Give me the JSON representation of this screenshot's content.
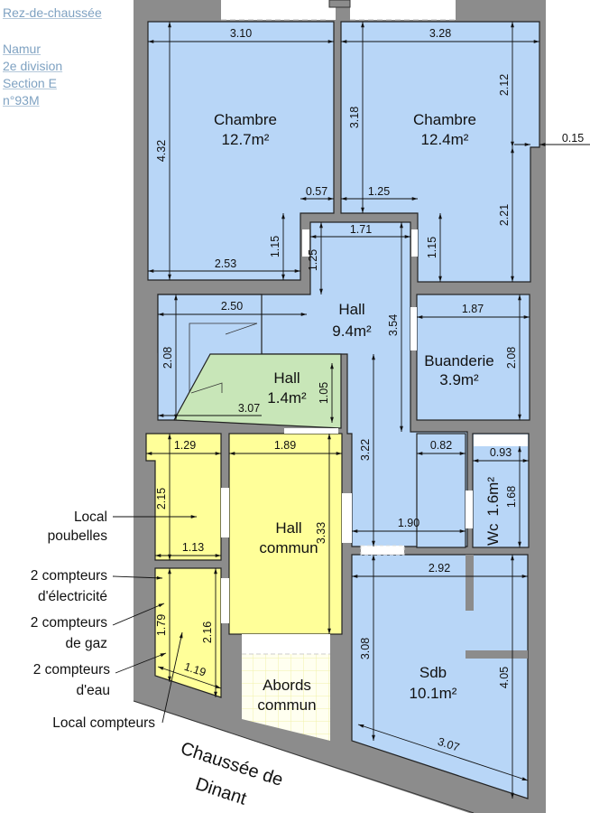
{
  "header": {
    "floor": "Rez-de-chaussée",
    "cadastre": [
      "Namur",
      "2e division",
      "Section E",
      "n°93M"
    ]
  },
  "colors": {
    "wall": "#8c8c8c",
    "private_room": "#b8d6f7",
    "common_room": "#ffff99",
    "small_hall": "#c8e6b8",
    "text_meta": "#7fa2c2"
  },
  "rooms": [
    {
      "name": "Chambre",
      "area": "12.7m²"
    },
    {
      "name": "Chambre",
      "area": "12.4m²"
    },
    {
      "name": "Hall",
      "area": "9.4m²"
    },
    {
      "name": "Buanderie",
      "area": "3.9m²"
    },
    {
      "name": "Hall",
      "area": "1.4m²"
    },
    {
      "name": "Wc",
      "area": "1.6m²"
    },
    {
      "name": "Hall",
      "area": "commun"
    },
    {
      "name": "Sdb",
      "area": "10.1m²"
    },
    {
      "name": "Abords",
      "area": "commun"
    }
  ],
  "dimensions": {
    "ch1_width": "3.10",
    "ch1_height": "4.32",
    "ch1_bottom": "2.53",
    "ch1_notch_h": "1.15",
    "ch1_notch_w": "0.57",
    "ch2_width": "3.28",
    "ch2_height": "3.18",
    "ch2_upper": "2.12",
    "ch2_lower": "2.21",
    "ch2_offset": "0.15",
    "ch2_notch_w": "1.25",
    "ch2_notch_h": "1.15",
    "hall_width": "1.71",
    "hall_entry": "1.25",
    "hall_height": "3.54",
    "hall_left": "2.50",
    "hall_left_h": "2.08",
    "small_hall_w": "3.07",
    "small_hall_h": "1.05",
    "buanderie_w": "1.87",
    "buanderie_h": "2.08",
    "corridor_h": "3.22",
    "corridor_w": "0.82",
    "corridor_bottom": "1.90",
    "wc_w": "0.93",
    "wc_h": "1.68",
    "poubelles_w": "1.29",
    "poubelles_h": "2.15",
    "poubelles_bottom": "1.13",
    "hall_commun_w": "1.89",
    "hall_commun_h": "3.33",
    "compteurs_h1": "1.79",
    "compteurs_h2": "2.16",
    "compteurs_bottom": "1.19",
    "sdb_w": "2.92",
    "sdb_left": "3.08",
    "sdb_right": "4.05",
    "sdb_bottom": "3.07"
  },
  "annotations": {
    "local_poubelles": [
      "Local",
      "poubelles"
    ],
    "compteurs_elec": [
      "2 compteurs",
      "d'électricité"
    ],
    "compteurs_gaz": [
      "2 compteurs",
      "de gaz"
    ],
    "compteurs_eau": [
      "2 compteurs",
      "d'eau"
    ],
    "local_compteurs": "Local compteurs"
  },
  "street": [
    "Chaussée de",
    "Dinant"
  ]
}
